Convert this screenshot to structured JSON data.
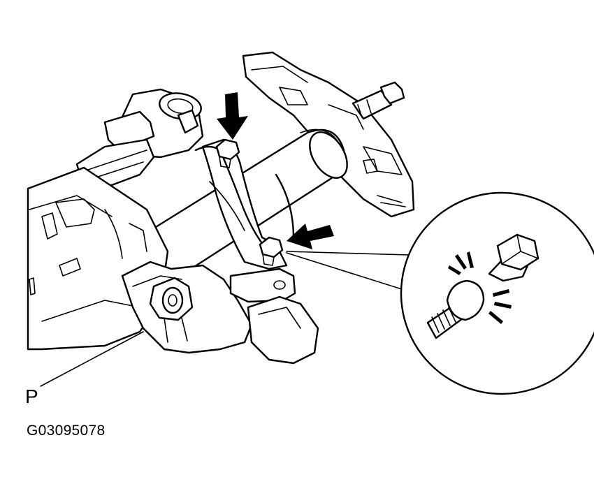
{
  "diagram": {
    "corner_label": "P",
    "figure_code": "G03095078",
    "callouts": [
      {
        "id": "upper-bolt",
        "marker": "arrow"
      },
      {
        "id": "lower-bolt",
        "marker": "arrow"
      }
    ],
    "detail_view": {
      "shape": "circle",
      "contents": [
        "hex-bolt",
        "rounded-head-bolt"
      ]
    },
    "colors": {
      "line": "#000000",
      "background": "#ffffff"
    }
  }
}
